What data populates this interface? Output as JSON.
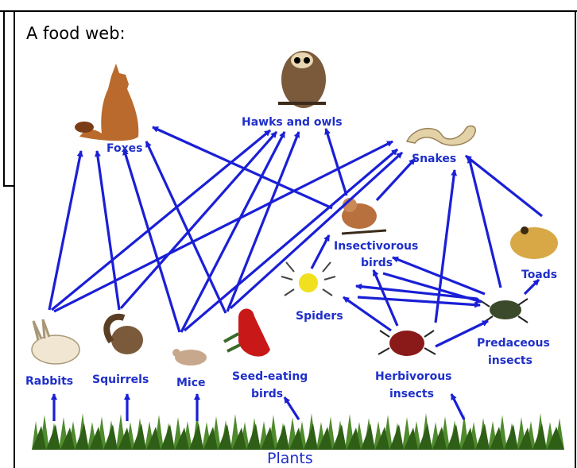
{
  "heading": "A food web:",
  "labels": {
    "foxes": "Foxes",
    "hawks": "Hawks and owls",
    "snakes": "Snakes",
    "insectivorous_1": "Insectivorous",
    "insectivorous_2": "birds",
    "toads": "Toads",
    "spiders": "Spiders",
    "predaceous_1": "Predaceous",
    "predaceous_2": "insects",
    "rabbits": "Rabbits",
    "squirrels": "Squirrels",
    "mice": "Mice",
    "seed_1": "Seed-eating",
    "seed_2": "birds",
    "herbivorous_1": "Herbivorous",
    "herbivorous_2": "insects",
    "plants": "Plants"
  },
  "colors": {
    "arrow": "#1a1fd6",
    "label": "#1f2fc9",
    "frame": "#000000"
  }
}
